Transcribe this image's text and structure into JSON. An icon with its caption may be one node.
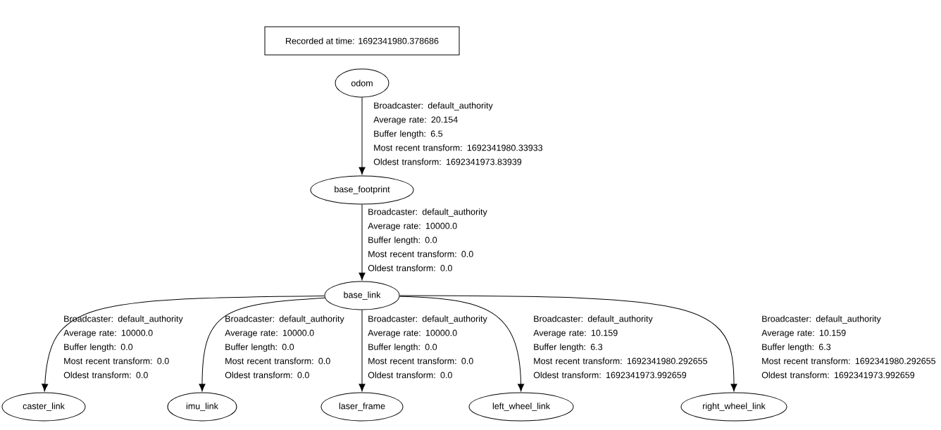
{
  "diagram": {
    "nodes": [
      {
        "text": [
          "Recorded at time: 1692341980.378686"
        ]
      },
      {
        "text": [
          "odom"
        ]
      },
      {
        "text": [
          "base_footprint"
        ]
      },
      {
        "text": [
          "base_link"
        ]
      },
      {
        "text": [
          "caster_link"
        ]
      },
      {
        "text": [
          "imu_link"
        ]
      },
      {
        "text": [
          "laser_frame"
        ]
      },
      {
        "text": [
          "left_wheel_link"
        ]
      },
      {
        "text": [
          "right_wheel_link"
        ]
      }
    ],
    "edges": [
      {
        "from": 1,
        "to": 2,
        "arrow": "to",
        "label": "Broadcaster: default_authority Average rate: 20.154 Buffer length: 6.5 Most recent transform: 1692341980.33933 Oldest transform: 1692341973.83939"
      },
      {
        "from": 2,
        "to": 3,
        "arrow": "to",
        "label": "Broadcaster: default_authority Average rate: 10000.0 Buffer length: 0.0 Most recent transform: 0.0 Oldest transform: 0.0"
      },
      {
        "from": 3,
        "to": 4,
        "arrow": "to",
        "label": "Broadcaster: default_authority Average rate: 10000.0 Buffer length: 0.0 Most recent transform: 0.0 Oldest transform: 0.0"
      },
      {
        "from": 3,
        "to": 5,
        "arrow": "to",
        "label": "Broadcaster: default_authority Average rate: 10000.0 Buffer length: 0.0 Most recent transform: 0.0 Oldest transform: 0.0"
      },
      {
        "from": 3,
        "to": 6,
        "arrow": "to",
        "label": "Broadcaster: default_authority Average rate: 10000.0 Buffer length: 0.0 Most recent transform: 0.0 Oldest transform: 0.0"
      },
      {
        "from": 3,
        "to": 7,
        "arrow": "to",
        "label": "Broadcaster: default_authority Average rate: 10.159 Buffer length: 6.3 Most recent transform: 1692341980.292655 Oldest transform: 1692341973.992659"
      },
      {
        "from": 3,
        "to": 8,
        "arrow": "to",
        "label": "Broadcaster: default_authority Average rate: 10.159 Buffer length: 6.3 Most recent transform: 1692341980.292655 Oldest transform: 1692341973.992659"
      }
    ]
  }
}
